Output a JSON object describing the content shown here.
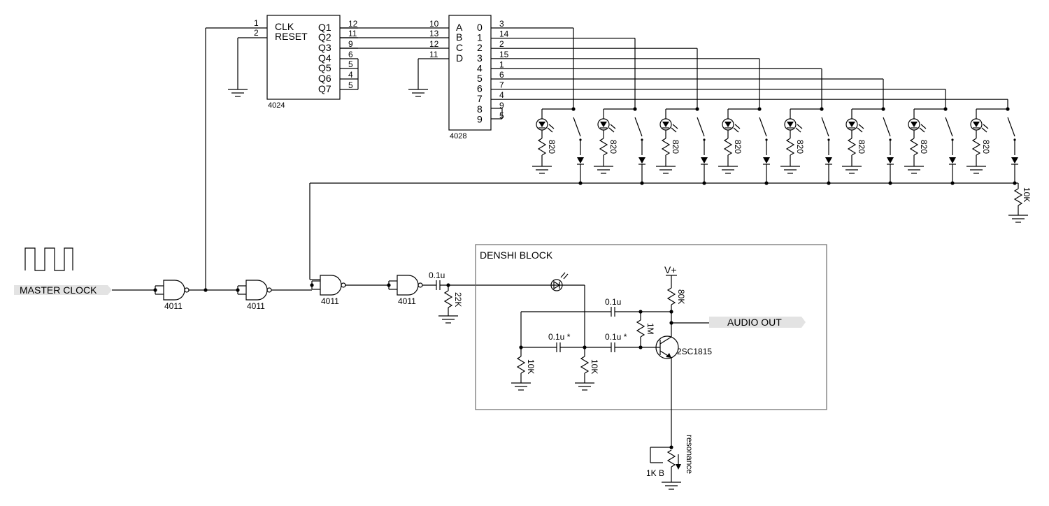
{
  "signals": {
    "master_clock": "MASTER CLOCK",
    "audio_out": "AUDIO OUT"
  },
  "counter": {
    "part": "4024",
    "inputs": [
      {
        "pin": "1",
        "name": "CLK"
      },
      {
        "pin": "2",
        "name": "RESET"
      }
    ],
    "outputs": [
      {
        "name": "Q1",
        "pin": "12"
      },
      {
        "name": "Q2",
        "pin": "11"
      },
      {
        "name": "Q3",
        "pin": "9"
      },
      {
        "name": "Q4",
        "pin": "6"
      },
      {
        "name": "Q5",
        "pin": "5"
      },
      {
        "name": "Q6",
        "pin": "4"
      },
      {
        "name": "Q7",
        "pin": "5"
      }
    ]
  },
  "decoder": {
    "part": "4028",
    "inputs": [
      {
        "pin": "10",
        "name": "A"
      },
      {
        "pin": "13",
        "name": "B"
      },
      {
        "pin": "12",
        "name": "C"
      },
      {
        "pin": "11",
        "name": "D"
      }
    ],
    "outputs": [
      {
        "name": "0",
        "pin": "3"
      },
      {
        "name": "1",
        "pin": "14"
      },
      {
        "name": "2",
        "pin": "2"
      },
      {
        "name": "3",
        "pin": "15"
      },
      {
        "name": "4",
        "pin": "1"
      },
      {
        "name": "5",
        "pin": "6"
      },
      {
        "name": "6",
        "pin": "7"
      },
      {
        "name": "7",
        "pin": "4"
      },
      {
        "name": "8",
        "pin": "9"
      },
      {
        "name": "9",
        "pin": "5"
      }
    ]
  },
  "steps": {
    "led_resistor": "820",
    "count": 8,
    "pulldown": "10K"
  },
  "gates": {
    "part": "4011",
    "count": 4
  },
  "coupling": {
    "cap": "0.1u",
    "resistor": "22K"
  },
  "denshi_block": {
    "title": "DENSHI BLOCK",
    "supply": "V+",
    "r_collector": "80K",
    "cap_top": "0.1u",
    "r_feedback": "1M",
    "cap_star_1": "0.1u *",
    "cap_star_2": "0.1u *",
    "r_left": "10K",
    "r_mid": "10K",
    "transistor": "2SC1815"
  },
  "resonance": {
    "label": "resonance",
    "pot": "1K B"
  }
}
